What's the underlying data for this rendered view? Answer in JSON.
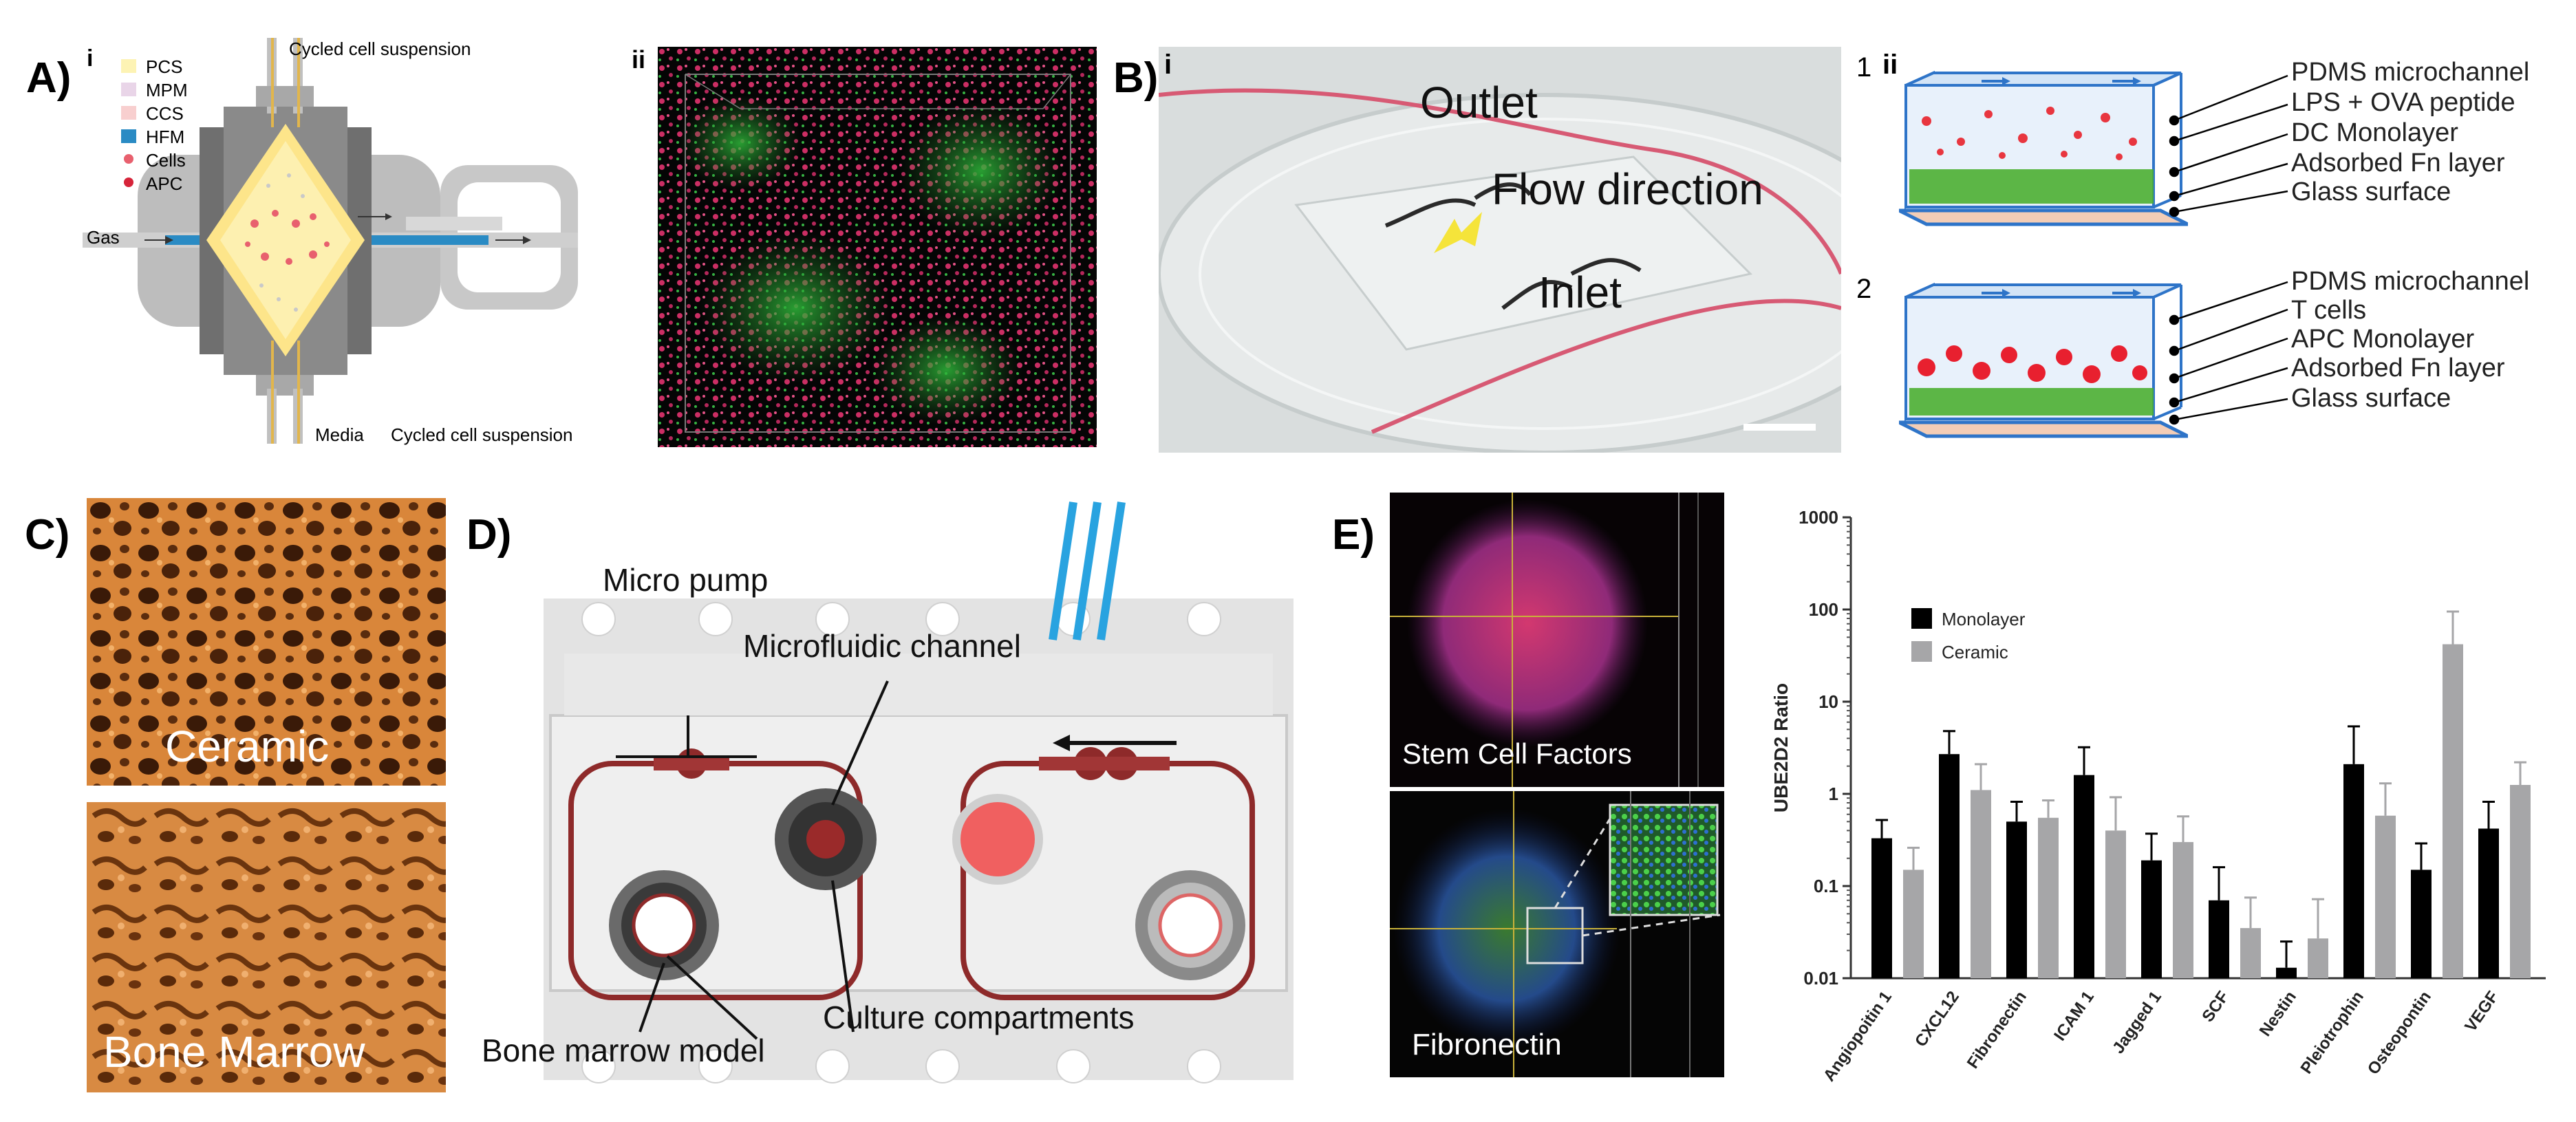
{
  "panel_labels": {
    "a": "A)",
    "b": "B)",
    "c": "C)",
    "d": "D)",
    "e": "E)"
  },
  "sublabels": {
    "a_i": "i",
    "a_ii": "ii",
    "b_i": "i",
    "b_ii": "ii",
    "b_ii_1": "1",
    "b_ii_2": "2"
  },
  "panel_a": {
    "legend": [
      "PCS",
      "MPM",
      "CCS",
      "HFM",
      "Cells",
      "APC"
    ],
    "legend_colors": [
      "#fdf3b4",
      "#e9d5e8",
      "#f8cfcf",
      "#2a8bc4",
      "#e8606e",
      "#d6243a"
    ],
    "top_label": "Cycled cell suspension",
    "gas_label": "Gas",
    "media_label": "Media",
    "bottom_label": "Cycled cell suspension"
  },
  "panel_b": {
    "photo_labels": {
      "outlet": "Outlet",
      "flow": "Flow direction",
      "inlet": "Inlet"
    },
    "schematic1": [
      "PDMS microchannel",
      "LPS + OVA peptide",
      "DC Monolayer",
      "Adsorbed Fn layer",
      "Glass surface"
    ],
    "schematic2": [
      "PDMS microchannel",
      "T cells",
      "APC Monolayer",
      "Adsorbed Fn layer",
      "Glass surface"
    ]
  },
  "panel_c": {
    "top_label": "Ceramic",
    "bottom_label": "Bone Marrow"
  },
  "panel_d": {
    "micro_pump": "Micro pump",
    "microfluidic_channel": "Microfluidic channel",
    "culture_compartments": "Culture compartments",
    "bone_marrow_model": "Bone marrow model"
  },
  "panel_e": {
    "image_labels": {
      "top": "Stem Cell Factors",
      "bottom": "Fibronectin"
    }
  },
  "chart_data": {
    "type": "bar",
    "ylabel": "UBE2D2 Ratio",
    "xlabel": "",
    "yscale": "log",
    "ylim": [
      0.01,
      1000
    ],
    "yticks": [
      "0.01",
      "0.1",
      "1",
      "10",
      "100",
      "1000"
    ],
    "categories": [
      "Angiopoitin 1",
      "CXCL12",
      "Fibronectin",
      "ICAM 1",
      "Jagged 1",
      "SCF",
      "Nestin",
      "Pleiotrophin",
      "Osteopontin",
      "VEGF"
    ],
    "series": [
      {
        "name": "Monolayer",
        "color": "#000000",
        "values": [
          0.33,
          2.7,
          0.5,
          1.6,
          0.19,
          0.07,
          0.013,
          2.1,
          0.15,
          0.42
        ],
        "error_upper": [
          0.52,
          4.8,
          0.82,
          3.2,
          0.37,
          0.16,
          0.025,
          5.4,
          0.29,
          0.82
        ]
      },
      {
        "name": "Ceramic",
        "color": "#a6a6a8",
        "values": [
          0.15,
          1.1,
          0.55,
          0.4,
          0.3,
          0.035,
          0.027,
          0.58,
          42,
          1.25
        ],
        "error_upper": [
          0.26,
          2.1,
          0.85,
          0.92,
          0.57,
          0.075,
          0.072,
          1.3,
          95,
          2.2
        ]
      }
    ],
    "legend_position": "top-left",
    "grid": false
  }
}
